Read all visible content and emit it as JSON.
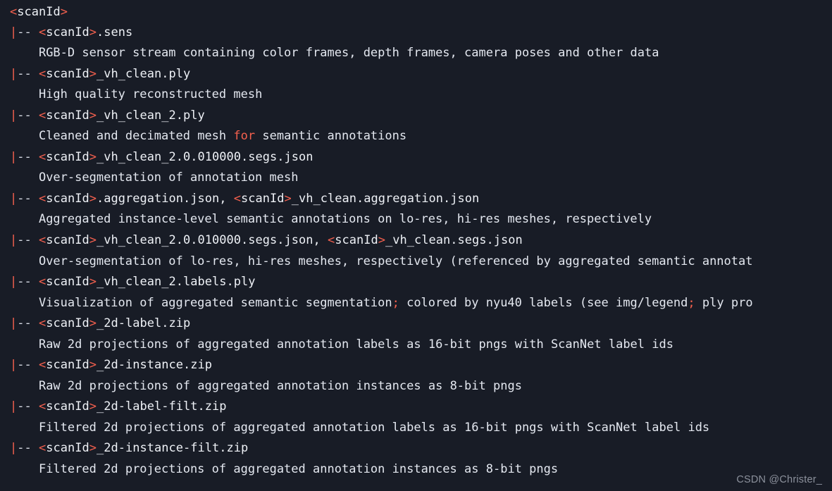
{
  "theme": {
    "background": "#181c26",
    "text": "#e4e8f0",
    "accent_red": "#f4604e",
    "watermark_color": "#8c919c"
  },
  "watermark": {
    "text": "CSDN @Christer_"
  },
  "listing": {
    "root": "<scanId>",
    "entries": [
      {
        "path": "<scanId>.sens",
        "description": "RGB-D sensor stream containing color frames, depth frames, camera poses and other data"
      },
      {
        "path": "<scanId>_vh_clean.ply",
        "description": "High quality reconstructed mesh"
      },
      {
        "path": "<scanId>_vh_clean_2.ply",
        "description": "Cleaned and decimated mesh for semantic annotations"
      },
      {
        "path": "<scanId>_vh_clean_2.0.010000.segs.json",
        "description": "Over-segmentation of annotation mesh"
      },
      {
        "path": "<scanId>.aggregation.json, <scanId>_vh_clean.aggregation.json",
        "description": "Aggregated instance-level semantic annotations on lo-res, hi-res meshes, respectively"
      },
      {
        "path": "<scanId>_vh_clean_2.0.010000.segs.json, <scanId>_vh_clean.segs.json",
        "description": "Over-segmentation of lo-res, hi-res meshes, respectively (referenced by aggregated semantic annotat"
      },
      {
        "path": "<scanId>_vh_clean_2.labels.ply",
        "description": "Visualization of aggregated semantic segmentation; colored by nyu40 labels (see img/legend; ply pro"
      },
      {
        "path": "<scanId>_2d-label.zip",
        "description": "Raw 2d projections of aggregated annotation labels as 16-bit pngs with ScanNet label ids"
      },
      {
        "path": "<scanId>_2d-instance.zip",
        "description": "Raw 2d projections of aggregated annotation instances as 8-bit pngs"
      },
      {
        "path": "<scanId>_2d-label-filt.zip",
        "description": "Filtered 2d projections of aggregated annotation labels as 16-bit pngs with ScanNet label ids"
      },
      {
        "path": "<scanId>_2d-instance-filt.zip",
        "description": "Filtered 2d projections of aggregated annotation instances as 8-bit pngs"
      }
    ],
    "tree_prefix": "|--",
    "description_indent": "    ",
    "keywords": [
      "for"
    ]
  }
}
